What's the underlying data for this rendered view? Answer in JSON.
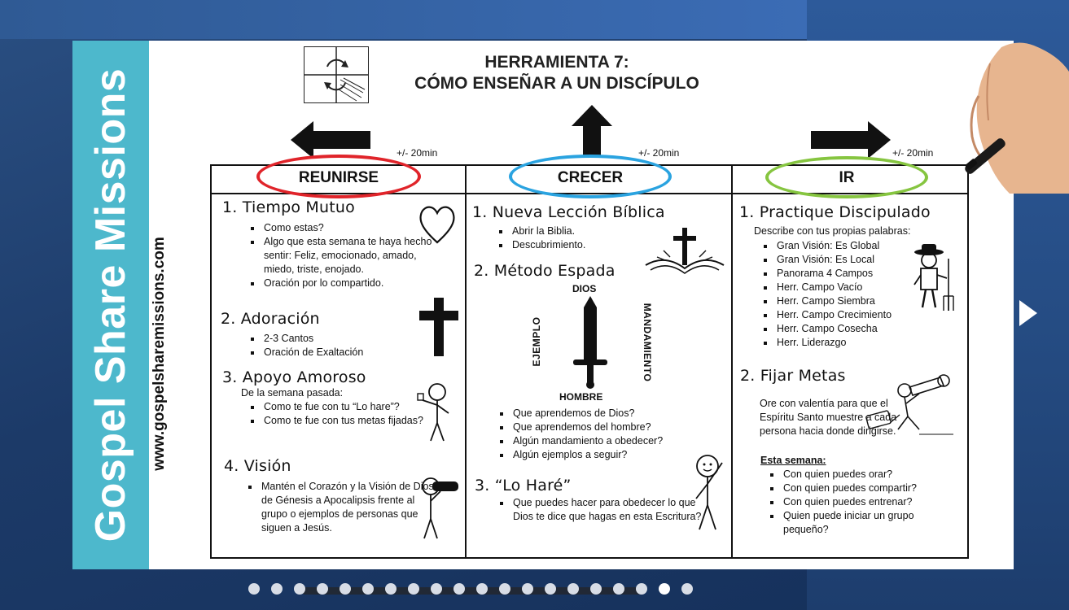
{
  "slide": {
    "brand": "Gospel Share Missions",
    "url": "www.gospelsharemissions.com",
    "title_line1": "HERRAMIENTA 7:",
    "title_line2": "CÓMO ENSEÑAR A UN DISCÍPULO",
    "durations": [
      "+/- 20min",
      "+/- 20min",
      "+/- 20min"
    ],
    "columns": [
      {
        "heading": "REUNIRSE",
        "oval_color": "#e0242a"
      },
      {
        "heading": "CRECER",
        "oval_color": "#2aa3e0"
      },
      {
        "heading": "IR",
        "oval_color": "#86c540"
      }
    ],
    "reunirse": {
      "s1_title": "1. Tiempo Mutuo",
      "s1_items": [
        "Como estas?",
        "Algo que esta semana te haya hecho sentir: Feliz, emocionado,  amado, miedo, triste, enojado.",
        "Oración  por lo compartido."
      ],
      "s2_title": "2. Adoración",
      "s2_items": [
        "2-3 Cantos",
        "Oración de Exaltación"
      ],
      "s3_title": "3. Apoyo Amoroso",
      "s3_intro": "De la semana pasada:",
      "s3_items": [
        "Como te fue con tu “Lo hare”?",
        "Como te fue con tus metas fijadas?"
      ],
      "s4_title": "4. Visión",
      "s4_items": [
        "Mantén el Corazón y la Visión de Dios  de Génesis a Apocalipsis frente al grupo o ejemplos de personas que siguen a Jesús."
      ]
    },
    "crecer": {
      "s1_title": "1. Nueva Lección Bíblica",
      "s1_items": [
        "Abrir la Biblia.",
        "Descubrimiento."
      ],
      "s2_title": "2. Método Espada",
      "sword_top": "DIOS",
      "sword_bottom": "HOMBRE",
      "sword_left": "EJEMPLO",
      "sword_right": "MANDAMIENTO",
      "s2_items": [
        "Que aprendemos de Dios?",
        "Que aprendemos del hombre?",
        "Algún mandamiento a obedecer?",
        "Algún ejemplos a seguir?"
      ],
      "s3_title": "3. “Lo Haré”",
      "s3_items": [
        "Que puedes hacer para obedecer lo que Dios te dice que hagas en esta Escritura?"
      ]
    },
    "ir": {
      "s1_title": "1. Practique Discipulado",
      "s1_intro": "Describe con tus propias palabras:",
      "s1_items": [
        "Gran Visión: Es Global",
        "Gran Visión: Es Local",
        "Panorama 4 Campos",
        "Herr. Campo Vacío",
        "Herr. Campo Siembra",
        "Herr. Campo Crecimiento",
        "Herr. Campo Cosecha",
        "Herr. Liderazgo"
      ],
      "s2_title": "2. Fijar Metas",
      "s2_text": "Ore con valentía para que el Espíritu Santo muestre a cada persona hacia donde dirigirse.",
      "s2_week": "Esta semana:",
      "s2_items": [
        "Con quien puedes orar?",
        "Con quien puedes compartir?",
        "Con quien puedes entrenar?",
        "Quien puede iniciar un grupo pequeño?"
      ]
    }
  },
  "carousel": {
    "dot_count": 20,
    "active_dot": 18
  }
}
